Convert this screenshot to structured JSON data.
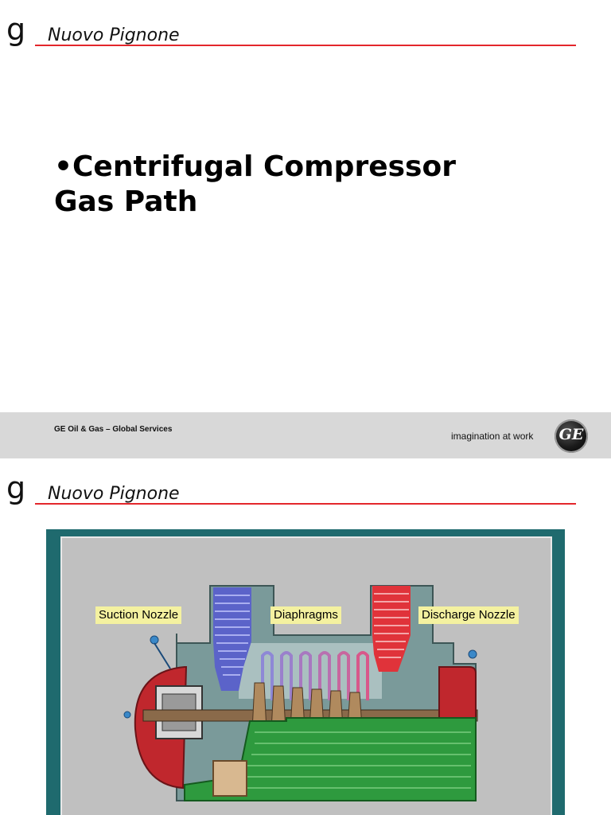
{
  "slides": [
    {
      "header": {
        "logo_letter": "g",
        "brand": "Nuovo Pignone"
      },
      "title_lines": [
        "•Centrifugal Compressor",
        "Gas Path"
      ],
      "footer": {
        "left": "GE Oil & Gas – Global Services",
        "right": "imagination at work",
        "emblem_text": "GE"
      }
    },
    {
      "header": {
        "logo_letter": "g",
        "brand": "Nuovo Pignone"
      },
      "diagram": {
        "labels": {
          "suction": "Suction Nozzle",
          "diaphragms": "Diaphragms",
          "discharge": "Discharge Nozzle"
        }
      }
    }
  ],
  "colors": {
    "accent_line": "#e3262b",
    "footer_band": "#d8d8d8",
    "frame": "#1f6a6e",
    "suction_flow": "#5b63c9",
    "discharge_flow": "#e0333a",
    "casing": "#7a9a9a",
    "base": "#2e9a3e"
  }
}
